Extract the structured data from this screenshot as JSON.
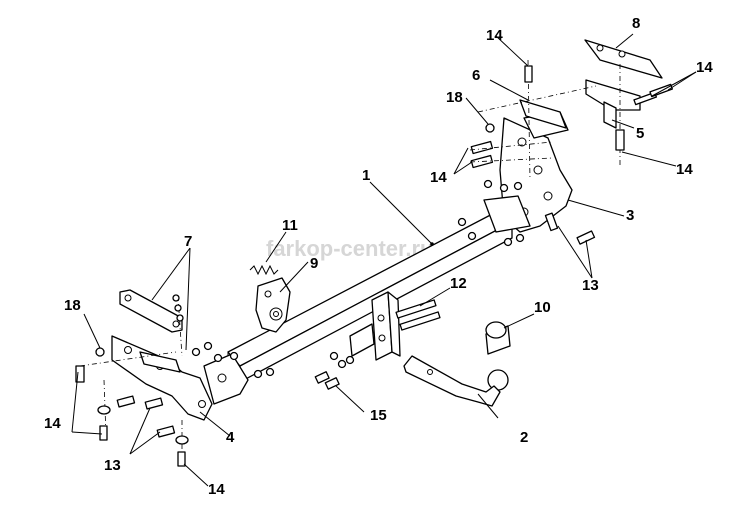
{
  "watermark": "farkop-center.ru",
  "callouts": {
    "c1": "1",
    "c2": "2",
    "c3": "3",
    "c4": "4",
    "c5": "5",
    "c6": "6",
    "c7": "7",
    "c8": "8",
    "c9": "9",
    "c10": "10",
    "c11": "11",
    "c12": "12",
    "c13a": "13",
    "c13b": "13",
    "c14a": "14",
    "c14b": "14",
    "c14c": "14",
    "c14d": "14",
    "c14e": "14",
    "c14f": "14",
    "c15": "15",
    "c18a": "18",
    "c18b": "18"
  }
}
